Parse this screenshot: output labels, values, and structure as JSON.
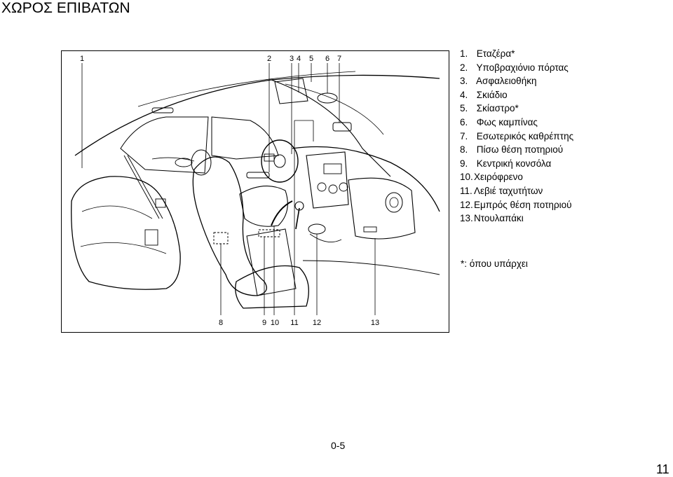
{
  "page": {
    "title": "ΧΩΡΟΣ ΕΠΙΒΑΤΩΝ",
    "page_code": "0-5",
    "page_number": "11"
  },
  "figure": {
    "callouts_top": [
      "1",
      "2",
      "3",
      "4",
      "5",
      "6",
      "7"
    ],
    "callouts_bottom": [
      "8",
      "9",
      "10",
      "11",
      "12",
      "13"
    ]
  },
  "legend": [
    {
      "num": "1.",
      "text": "Εταζέρα*"
    },
    {
      "num": "2.",
      "text": "Υποβραχιόνιο πόρτας"
    },
    {
      "num": "3.",
      "text": "Ασφαλειοθήκη"
    },
    {
      "num": "4.",
      "text": "Σκιάδιο"
    },
    {
      "num": "5.",
      "text": "Σκίαστρο*"
    },
    {
      "num": "6.",
      "text": "Φως καμπίνας"
    },
    {
      "num": "7.",
      "text": "Εσωτερικός καθρέπτης"
    },
    {
      "num": "8.",
      "text": "Πίσω θέση ποτηριού"
    },
    {
      "num": "9.",
      "text": "Κεντρική κονσόλα"
    },
    {
      "num": "10.",
      "text": "Χειρόφρενο"
    },
    {
      "num": "11.",
      "text": "Λεβιέ ταχυτήτων"
    },
    {
      "num": "12.",
      "text": "Εμπρός θέση ποτηριού"
    },
    {
      "num": "13.",
      "text": "Ντουλαπάκι"
    }
  ],
  "footnote": "*: όπου υπάρχει"
}
